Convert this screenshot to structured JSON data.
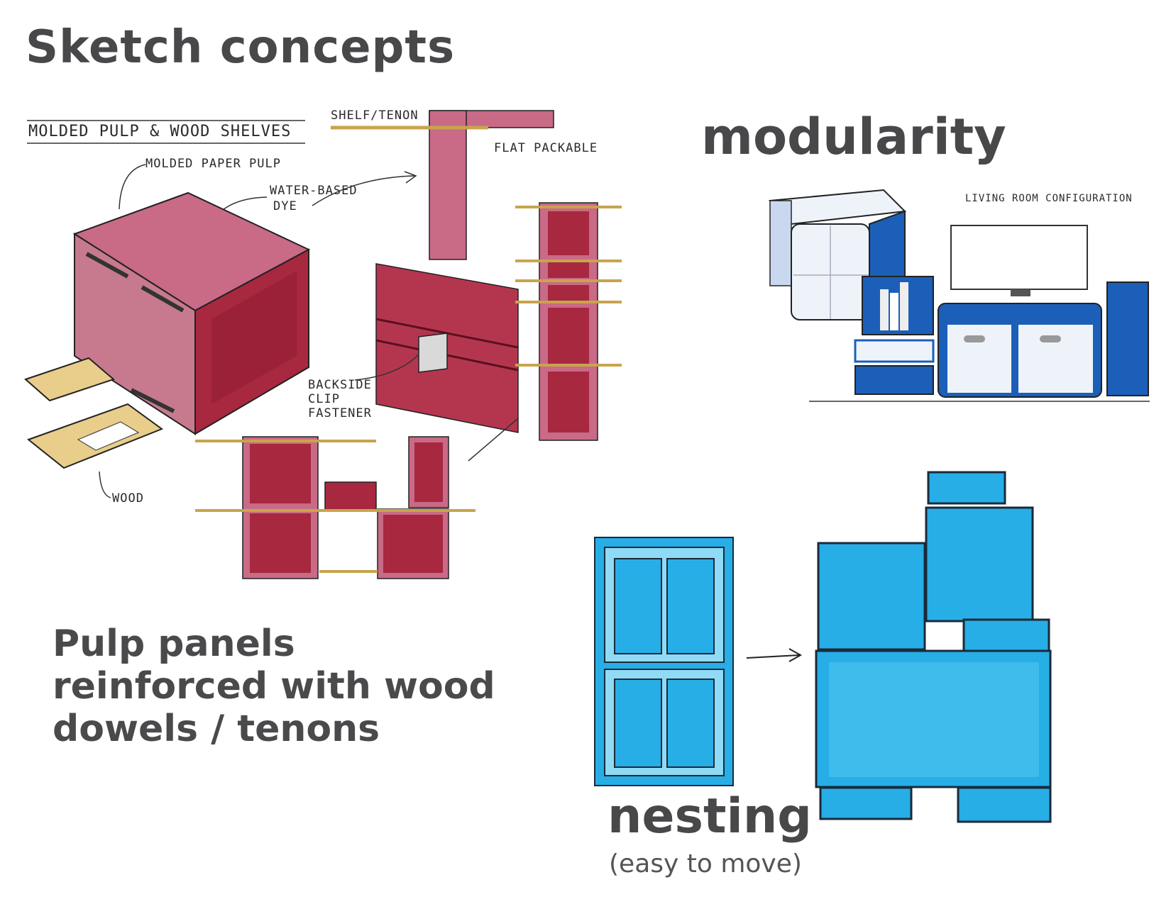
{
  "title": "Sketch concepts",
  "pulp_sketch": {
    "heading": "MOLDED PULP & WOOD SHELVES",
    "labels": {
      "molded_paper_pulp": "MOLDED PAPER PULP",
      "water_based_dye_1": "WATER-BASED",
      "water_based_dye_2": "DYE",
      "shelf_tenon": "SHELF/TENON",
      "flat_packable": "FLAT PACKABLE",
      "backside_1": "BACKSIDE",
      "backside_2": "CLIP",
      "backside_3": "FASTENER",
      "wood": "WOOD"
    },
    "caption_lines": [
      "Pulp panels",
      "reinforced with wood",
      "dowels / tenons"
    ],
    "colors": {
      "pulp_light": "#c96a86",
      "pulp_dark": "#a7283f",
      "wood": "#e8cd8b"
    }
  },
  "modularity": {
    "heading": "modularity",
    "label": "LIVING ROOM CONFIGURATION",
    "colors": {
      "blue": "#1b5fb8",
      "pale": "#eef3fa"
    }
  },
  "nesting": {
    "heading": "nesting",
    "subheading": "(easy to move)",
    "colors": {
      "cyan": "#27aee6",
      "cyan_light": "#8fdaf5"
    }
  }
}
